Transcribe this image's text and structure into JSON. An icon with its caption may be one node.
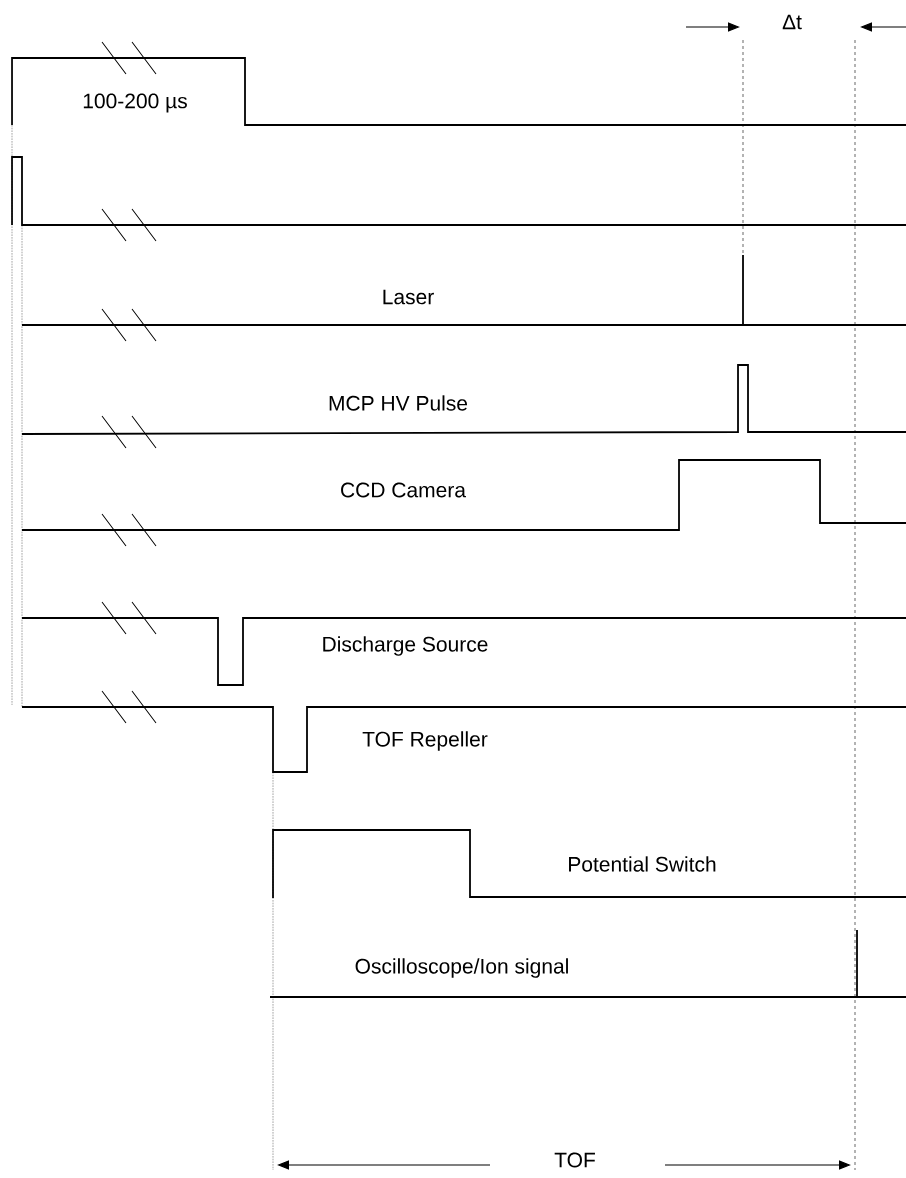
{
  "diagram": {
    "labels": [
      "Δt",
      "100-200 µs",
      "Laser",
      "MCP HV Pulse",
      "CCD Camera",
      "Discharge Source",
      "TOF Repeller",
      "Potential Switch",
      "Oscilloscope/Ion signal",
      "TOF"
    ]
  }
}
